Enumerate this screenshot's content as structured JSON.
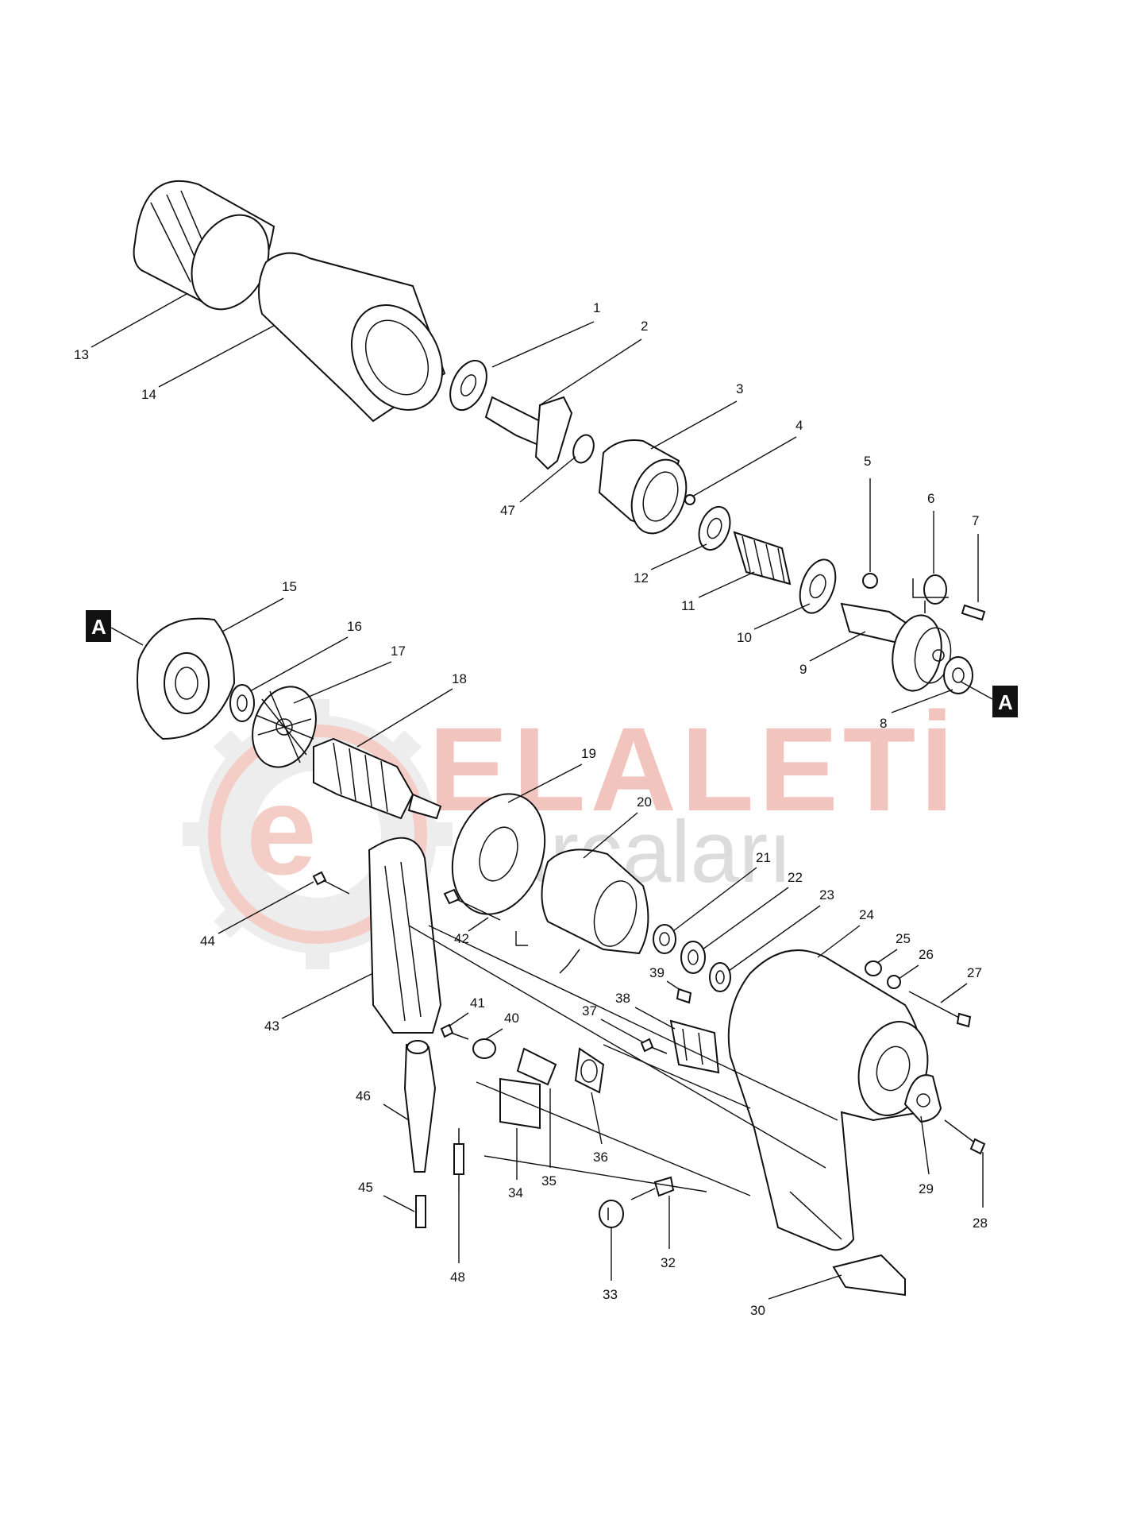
{
  "watermark": {
    "brand": "ELALETİ",
    "sub": "parçaları",
    "colors": {
      "brand": "#f2c4be",
      "sub": "#dcdcdc",
      "gear": "#ededed",
      "logo": "#f4cdc7"
    }
  },
  "section_markers": [
    {
      "id": "left",
      "label": "A"
    },
    {
      "id": "right",
      "label": "A"
    }
  ],
  "part_numbers": [
    "1",
    "2",
    "3",
    "4",
    "5",
    "6",
    "7",
    "8",
    "9",
    "10",
    "11",
    "12",
    "13",
    "14",
    "15",
    "16",
    "17",
    "18",
    "19",
    "20",
    "21",
    "22",
    "23",
    "24",
    "25",
    "26",
    "27",
    "28",
    "29",
    "30",
    "32",
    "33",
    "34",
    "35",
    "36",
    "37",
    "38",
    "39",
    "40",
    "41",
    "42",
    "43",
    "44",
    "45",
    "46",
    "47",
    "48"
  ]
}
